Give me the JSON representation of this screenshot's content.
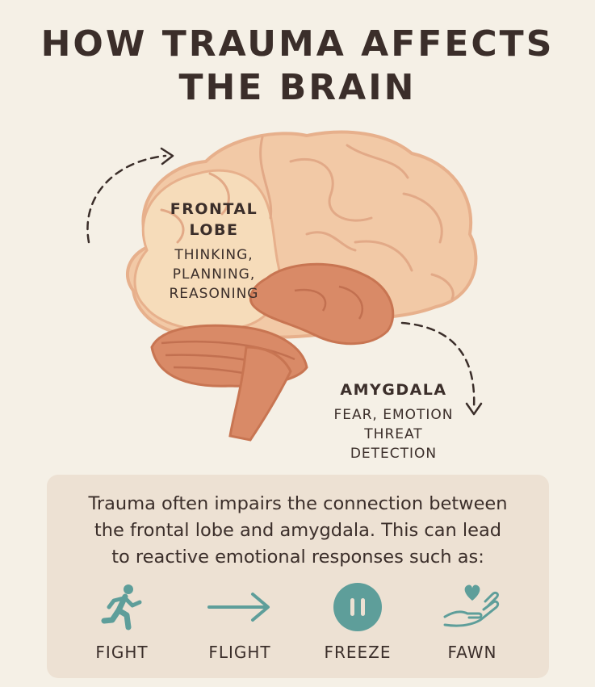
{
  "title": {
    "line1": "HOW TRAUMA AFFECTS",
    "line2": "THE BRAIN"
  },
  "frontal": {
    "name_line1": "FRONTAL",
    "name_line2": "LOBE",
    "desc": [
      "THINKING,",
      "PLANNING,",
      "REASONING"
    ]
  },
  "amygdala": {
    "name": "AMYGDALA",
    "desc": [
      "FEAR, EMOTION",
      "THREAT",
      "DETECTION"
    ]
  },
  "panel": {
    "lines": [
      "Trauma often impairs the connection between",
      "the frontal lobe and amygdala. This can lead",
      "to reactive emotional responses such as:"
    ]
  },
  "responses": [
    {
      "label": "FIGHT",
      "icon": "running-person-icon"
    },
    {
      "label": "FLIGHT",
      "icon": "arrow-right-icon"
    },
    {
      "label": "FREEZE",
      "icon": "pause-circle-icon"
    },
    {
      "label": "FAWN",
      "icon": "heart-hand-icon"
    }
  ],
  "colors": {
    "background": "#f5f0e6",
    "brain": "#f2c9a6",
    "frontal_highlight": "#f6dcba",
    "amygdala": "#d98a67",
    "accent_teal": "#5e9e9a",
    "panel": "#ede1d3",
    "text": "#3b2e2a"
  }
}
